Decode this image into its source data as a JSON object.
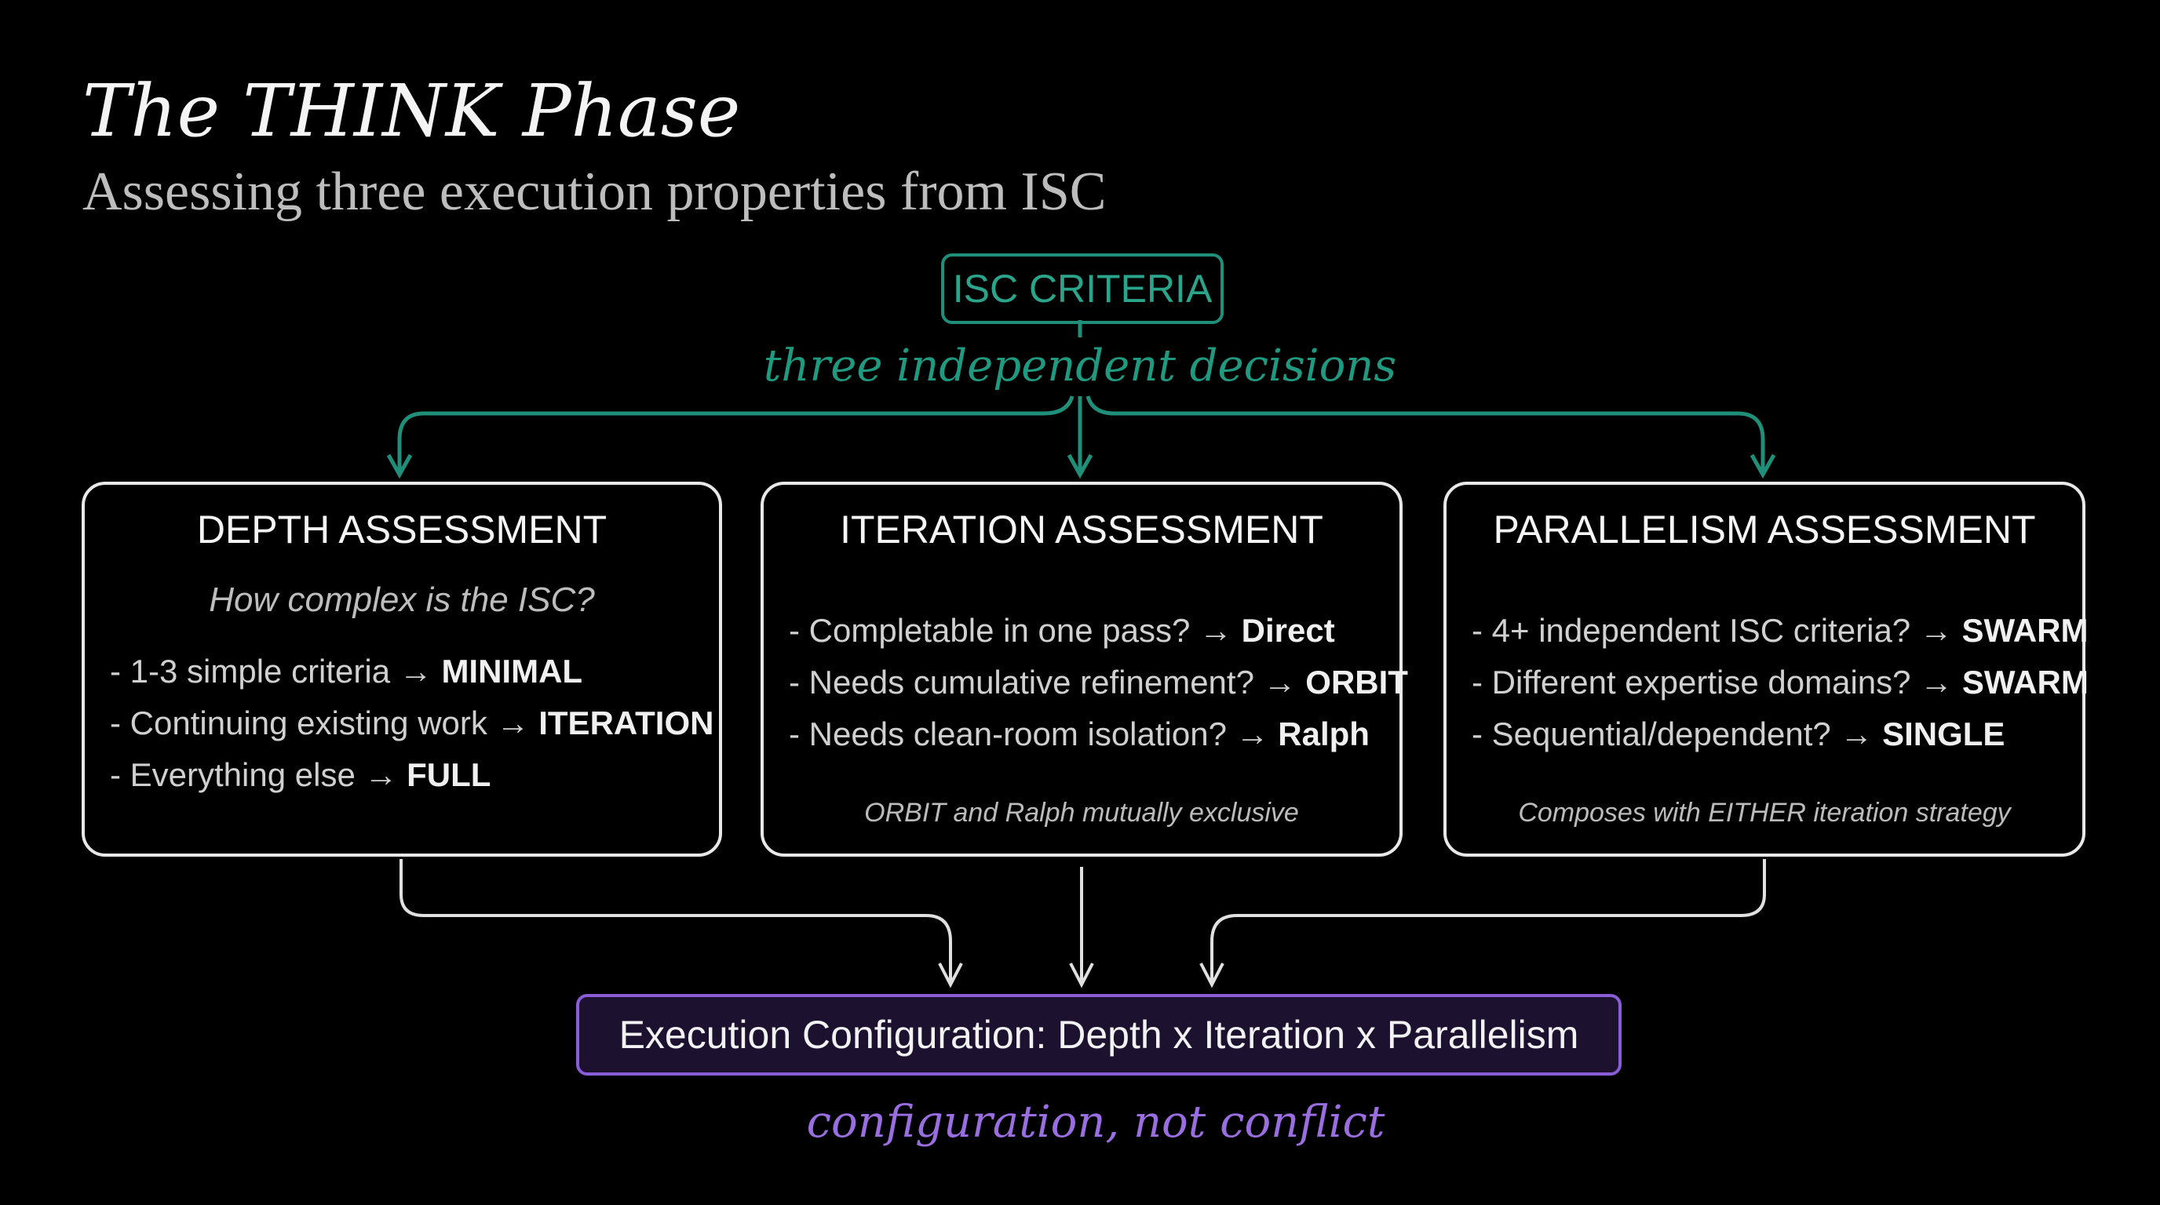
{
  "title": "The THINK Phase",
  "subtitle": "Assessing three execution properties from ISC",
  "isc_label": "ISC CRITERIA",
  "decisions_label": "three independent decisions",
  "cards": [
    {
      "heading": "DEPTH ASSESSMENT",
      "question": "How complex is the ISC?",
      "items": [
        {
          "text": "1-3 simple criteria →",
          "result": "MINIMAL"
        },
        {
          "text": "Continuing existing work →",
          "result": "ITERATION"
        },
        {
          "text": "Everything else →",
          "result": "FULL"
        }
      ]
    },
    {
      "heading": "ITERATION ASSESSMENT",
      "items": [
        {
          "text": "Completable in one pass? →",
          "result": "Direct"
        },
        {
          "text": "Needs cumulative refinement? →",
          "result": "ORBIT"
        },
        {
          "text": "Needs clean-room isolation? →",
          "result": "Ralph"
        }
      ],
      "note": "ORBIT and Ralph mutually exclusive"
    },
    {
      "heading": "PARALLELISM ASSESSMENT",
      "items": [
        {
          "text": "4+ independent ISC criteria? →",
          "result": "SWARM"
        },
        {
          "text": "Different expertise domains? →",
          "result": "SWARM"
        },
        {
          "text": "Sequential/dependent? →",
          "result": "SINGLE"
        }
      ],
      "note": "Composes with EITHER iteration strategy"
    }
  ],
  "execution_label": "Execution Configuration: Depth x Iteration x Parallelism",
  "tagline": "configuration, not conflict",
  "colors": {
    "teal": "#1f8f7a",
    "purple": "#8a5cd6"
  }
}
